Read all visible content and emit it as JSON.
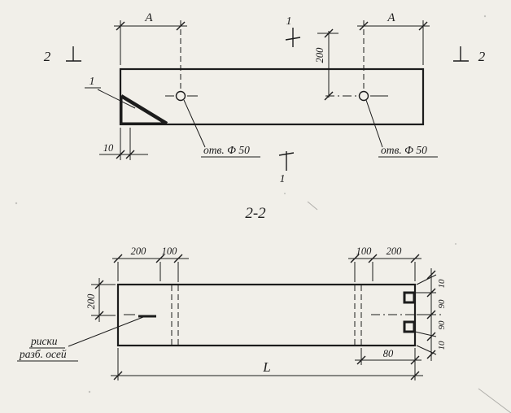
{
  "colors": {
    "paper": "#f1efe9",
    "ink": "#1c1c1c"
  },
  "plan": {
    "dim_a_left": "A",
    "dim_a_right": "A",
    "section_1_top": "1",
    "section_1_bottom": "1",
    "section_2_left": "2",
    "section_2_right": "2",
    "detail_callout": "1",
    "dim_200_vertical": "200",
    "dim_10": "10",
    "hole_label_left": "отв. Ф 50",
    "hole_label_right": "отв. Ф 50"
  },
  "section": {
    "title": "2-2",
    "dim_top_left_200": "200",
    "dim_top_left_100": "100",
    "dim_top_right_100": "100",
    "dim_top_right_200": "200",
    "dim_left_200": "200",
    "axis_label_line1": "риски",
    "axis_label_line2": "разб. осей",
    "dim_right_top_10": "10",
    "dim_right_upper_90": "90",
    "dim_right_lower_90": "90",
    "dim_right_bottom_10": "10",
    "dim_80": "80",
    "dim_length": "L"
  }
}
